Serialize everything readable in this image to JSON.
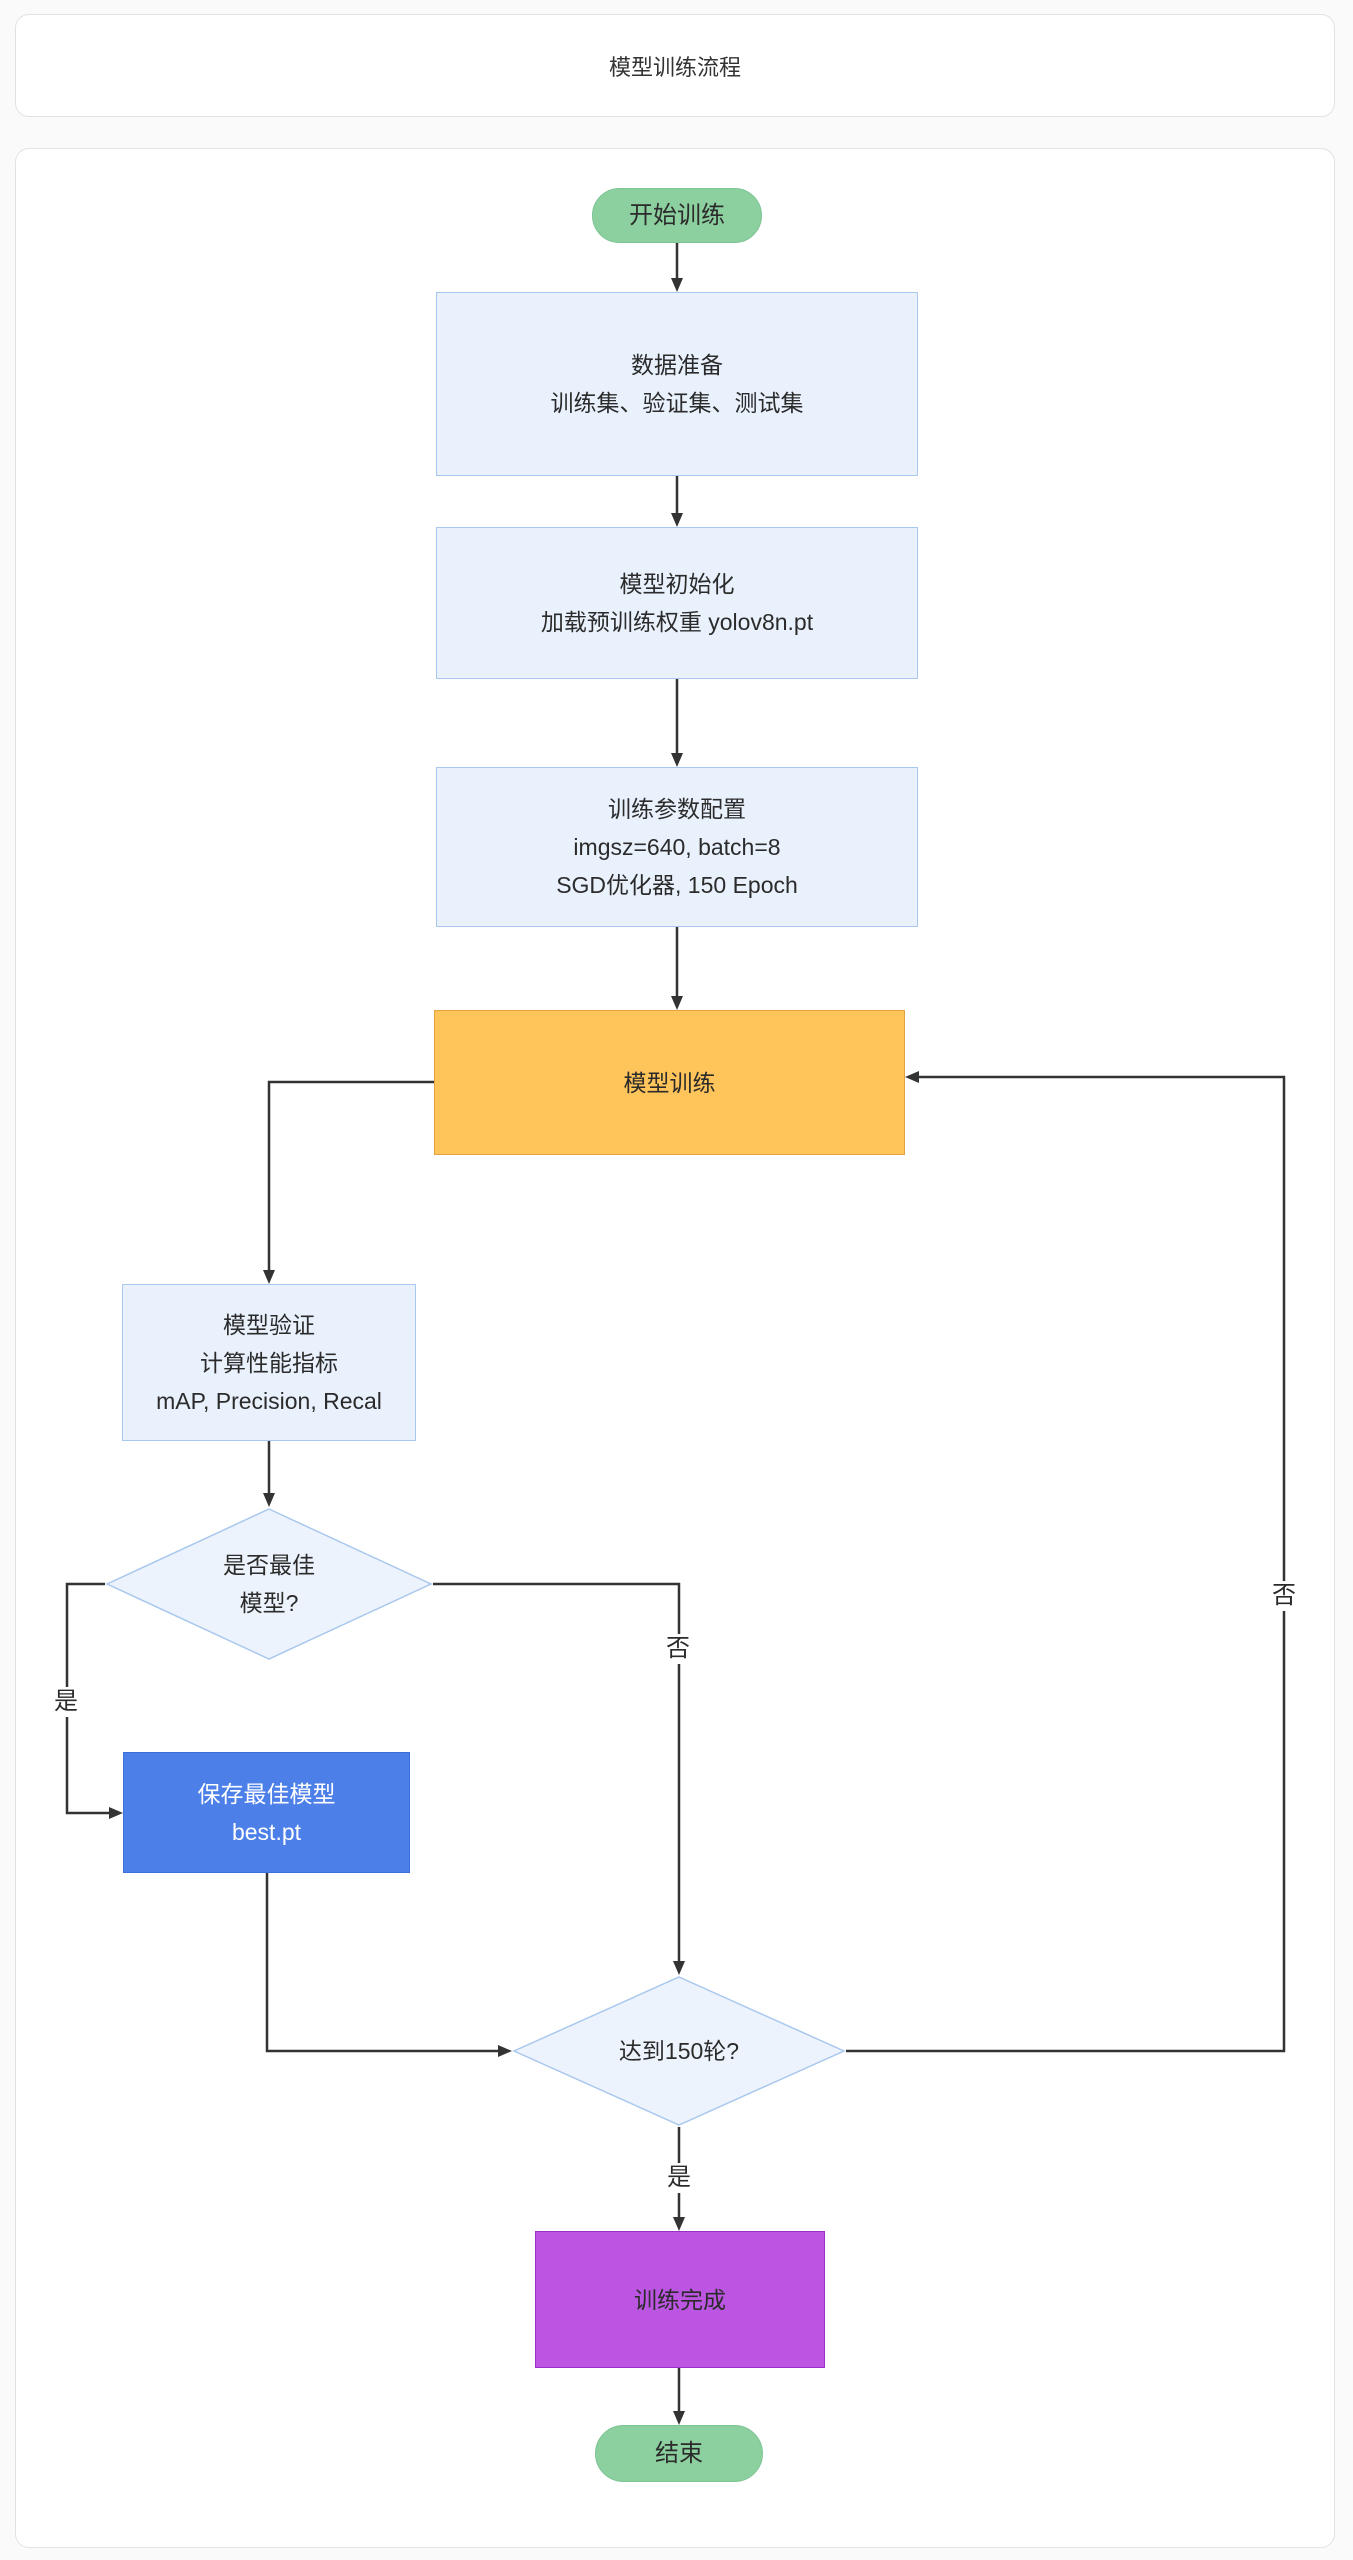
{
  "header": {
    "title": "模型训练流程"
  },
  "flowchart": {
    "nodes": {
      "start": {
        "type": "stadium",
        "label": "开始训练"
      },
      "data_prep": {
        "type": "process",
        "lines": [
          "数据准备",
          "训练集、验证集、测试集"
        ]
      },
      "model_init": {
        "type": "process",
        "lines": [
          "模型初始化",
          "加载预训练权重 yolov8n.pt"
        ]
      },
      "train_config": {
        "type": "process",
        "lines": [
          "训练参数配置",
          "imgsz=640, batch=8",
          "SGD优化器, 150 Epoch"
        ]
      },
      "train": {
        "type": "process-highlight",
        "label": "模型训练"
      },
      "validate": {
        "type": "process",
        "lines": [
          "模型验证",
          "计算性能指标",
          "mAP, Precision, Recal"
        ]
      },
      "best_check": {
        "type": "decision",
        "lines": [
          "是否最佳",
          "模型?"
        ]
      },
      "save_best": {
        "type": "process-accent",
        "lines": [
          "保存最佳模型",
          "best.pt"
        ]
      },
      "epoch_check": {
        "type": "decision",
        "label": "达到150轮?"
      },
      "complete": {
        "type": "process-final",
        "label": "训练完成"
      },
      "end": {
        "type": "stadium",
        "label": "结束"
      }
    },
    "edge_labels": {
      "best_yes": "是",
      "best_no": "否",
      "epoch_no": "否",
      "epoch_yes": "是"
    },
    "edges": [
      {
        "from": "start",
        "to": "data_prep"
      },
      {
        "from": "data_prep",
        "to": "model_init"
      },
      {
        "from": "model_init",
        "to": "train_config"
      },
      {
        "from": "train_config",
        "to": "train"
      },
      {
        "from": "train",
        "to": "validate"
      },
      {
        "from": "validate",
        "to": "best_check"
      },
      {
        "from": "best_check",
        "to": "save_best",
        "label": "是"
      },
      {
        "from": "best_check",
        "to": "epoch_check",
        "label": "否"
      },
      {
        "from": "save_best",
        "to": "epoch_check"
      },
      {
        "from": "epoch_check",
        "to": "train",
        "label": "否"
      },
      {
        "from": "epoch_check",
        "to": "complete",
        "label": "是"
      },
      {
        "from": "complete",
        "to": "end"
      }
    ],
    "colors": {
      "start_end_fill": "#8CD0A0",
      "process_fill": "#E9F1FC",
      "process_border": "#A9C8EE",
      "decision_fill": "#EDF3FC",
      "train_fill": "#FFC45A",
      "save_fill": "#4D7FE9",
      "complete_fill": "#BD55E3",
      "edge_line": "#333333"
    }
  }
}
